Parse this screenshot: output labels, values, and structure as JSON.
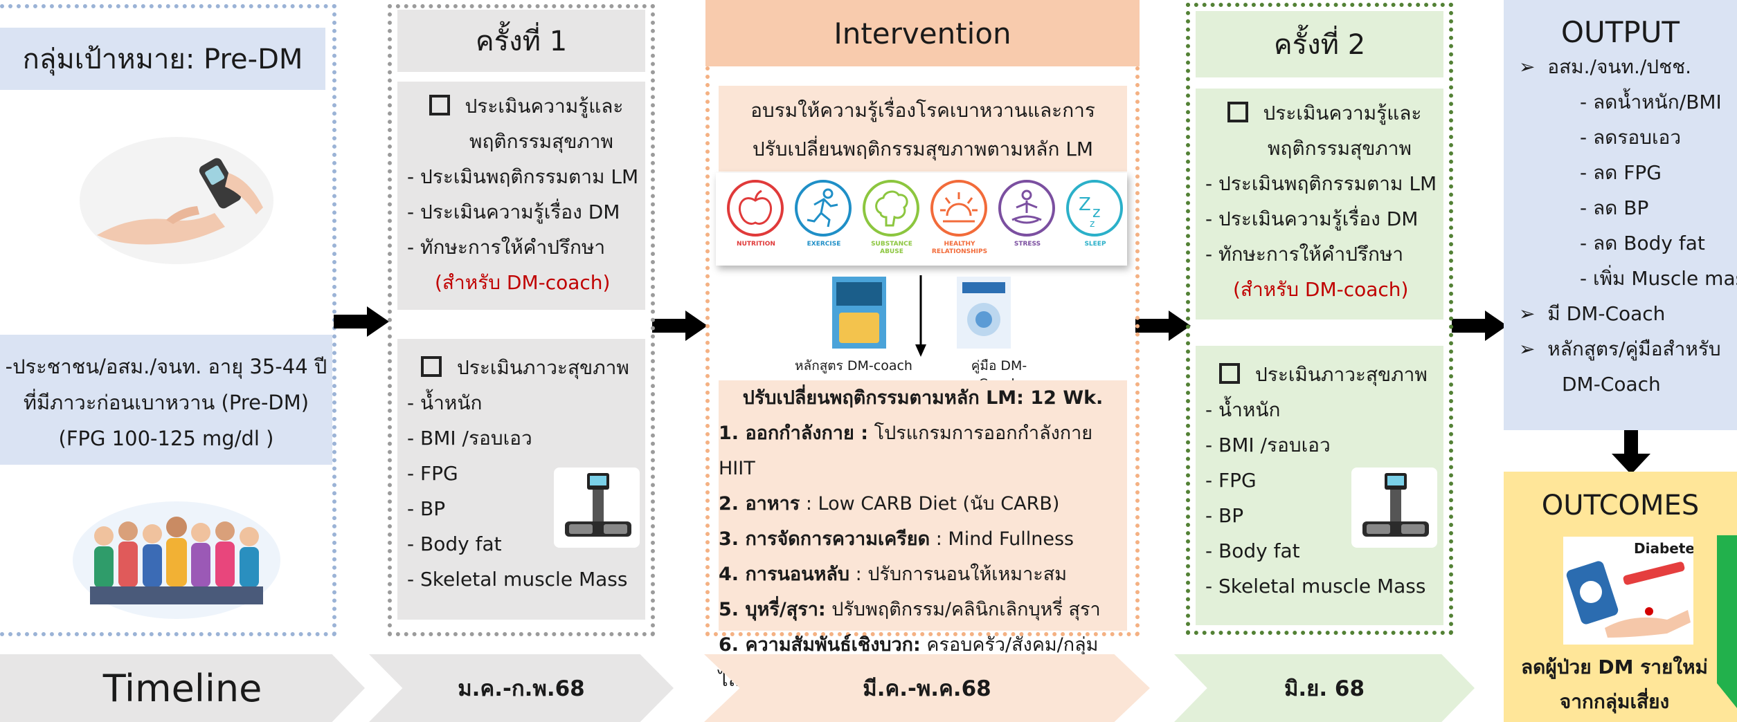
{
  "target": {
    "title": "กลุ่มเป้าหมาย: Pre-DM",
    "line1": "-ประชาชน/อสม./จนท. อายุ 35-44  ปี",
    "line2": "ที่มีภาวะก่อนเบาหวาน (Pre-DM)",
    "line3": "(FPG 100-125 mg/dl )"
  },
  "phase1": {
    "title": "ครั้งที่ 1",
    "assess": {
      "head1": "ประเมินความรู้และ",
      "head2": "พฤติกรรมสุขภาพ",
      "items": [
        "- ประเมินพฤติกรรมตาม LM",
        "- ประเมินความรู้เรื่อง DM",
        "- ทักษะการให้คำปรึกษา"
      ],
      "note": "(สำหรับ DM-coach)"
    },
    "health": {
      "head": "ประเมินภาวะสุขภาพ",
      "items": [
        "- น้ำหนัก",
        "- BMI /รอบเอว",
        "- FPG",
        "- BP",
        "- Body fat",
        "- Skeletal muscle Mass"
      ]
    }
  },
  "intervention": {
    "title": "Intervention",
    "training1": "อบรมให้ความรู้เรื่องโรคเบาหวานและการ",
    "training2": "ปรับเปลี่ยนพฤติกรรมสุขภาพตามหลัก LM",
    "icons": [
      {
        "label": "NUTRITION",
        "icon": "apple-icon",
        "color": "#e03a3a"
      },
      {
        "label": "EXERCISE",
        "icon": "runner-icon",
        "color": "#1f8fc7"
      },
      {
        "label": "SUBSTANCE ABUSE",
        "icon": "brain-icon",
        "color": "#8cc63f"
      },
      {
        "label": "HEALTHY RELATIONSHIPS",
        "icon": "sun-icon",
        "color": "#f26b3a"
      },
      {
        "label": "STRESS",
        "icon": "meditation-icon",
        "color": "#7b4fa0"
      },
      {
        "label": "SLEEP",
        "icon": "zzz-icon",
        "color": "#2bb0c9"
      }
    ],
    "book1": "หลักสูตร DM-coach",
    "book2": "คู่มือ DM-Coach",
    "program_title": "ปรับเปลี่ยนพฤติกรรมตามหลัก LM: 12 Wk.",
    "program": [
      {
        "k": "1. ออกกำลังกาย :",
        "v": " โปรแกรมการออกกำลังกาย HIIT"
      },
      {
        "k": "2. อาหาร",
        "v": " : Low CARB Diet (นับ CARB)"
      },
      {
        "k": "3. การจัดการความเครียด",
        "v": " : Mind Fullness"
      },
      {
        "k": "4. การนอนหลับ",
        "v": " : ปรับการนอนให้เหมาะสม"
      },
      {
        "k": "5. บุหรี่/สุรา:",
        "v": " ปรับพฤติกรรม/คลินิกเลิกบุหรี่ สุรา"
      },
      {
        "k": "6. ความสัมพันธ์เชิงบวก:",
        "v": " ครอบครัว/สังคม/กลุ่มไลน์"
      }
    ]
  },
  "phase2": {
    "title": "ครั้งที่ 2",
    "assess": {
      "head1": "ประเมินความรู้และ",
      "head2": "พฤติกรรมสุขภาพ",
      "items": [
        "- ประเมินพฤติกรรมตาม LM",
        "- ประเมินความรู้เรื่อง DM",
        "- ทักษะการให้คำปรึกษา"
      ],
      "note": "(สำหรับ DM-coach)"
    },
    "health": {
      "head": "ประเมินภาวะสุขภาพ",
      "items": [
        "- น้ำหนัก",
        "- BMI /รอบเอว",
        "- FPG",
        "- BP",
        "- Body fat",
        "- Skeletal muscle Mass"
      ]
    }
  },
  "output": {
    "title": "OUTPUT",
    "b1": "อสม./จนท./ปชช.",
    "subs": [
      "- ลดน้ำหนัก/BMI",
      "- ลดรอบเอว",
      "- ลด FPG",
      "- ลด BP",
      "- ลด Body fat",
      "- เพิ่ม Muscle mass"
    ],
    "b2": "มี DM-Coach",
    "b3a": "หลักสูตร/คู่มือสำหรับ",
    "b3b": "DM-Coach"
  },
  "outcomes": {
    "title": "OUTCOMES",
    "img_label": "Diabetes",
    "line1": "ลดผู้ป่วย DM รายใหม่",
    "line2": "จากกลุ่มเสี่ยง"
  },
  "timeline": {
    "label": "Timeline",
    "p1": "ม.ค.-ก.พ.68",
    "p2": "มี.ค.-พ.ค.68",
    "p3": "มิ.ย. 68"
  }
}
